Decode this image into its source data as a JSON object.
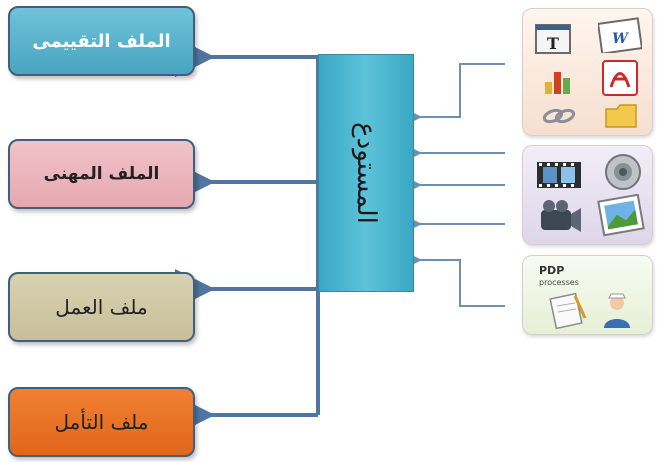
{
  "targets": [
    {
      "label": "الملف التقييمى"
    },
    {
      "label": "الملف المهنى"
    },
    {
      "label": "ملف العمل"
    },
    {
      "label": "ملف التأمل"
    }
  ],
  "hub": {
    "label": "المستودع"
  },
  "sources": {
    "documents": {
      "icons": [
        "text-document-icon",
        "word-document-icon",
        "bar-chart-icon",
        "pdf-icon",
        "link-icon",
        "folder-icon"
      ],
      "text_glyph": "T",
      "word_glyph": "W"
    },
    "media": {
      "icons": [
        "film-strip-icon",
        "speaker-icon",
        "video-camera-icon",
        "picture-icon"
      ]
    },
    "pdp": {
      "title": "PDP",
      "subtitle": "processes"
    }
  },
  "colors": {
    "box1": "#5ab3cd",
    "box2": "#eab6bd",
    "box3": "#d0c8a7",
    "box4": "#e8702a",
    "hub": "#4ab6cf",
    "lines": "#5a7fa6"
  }
}
